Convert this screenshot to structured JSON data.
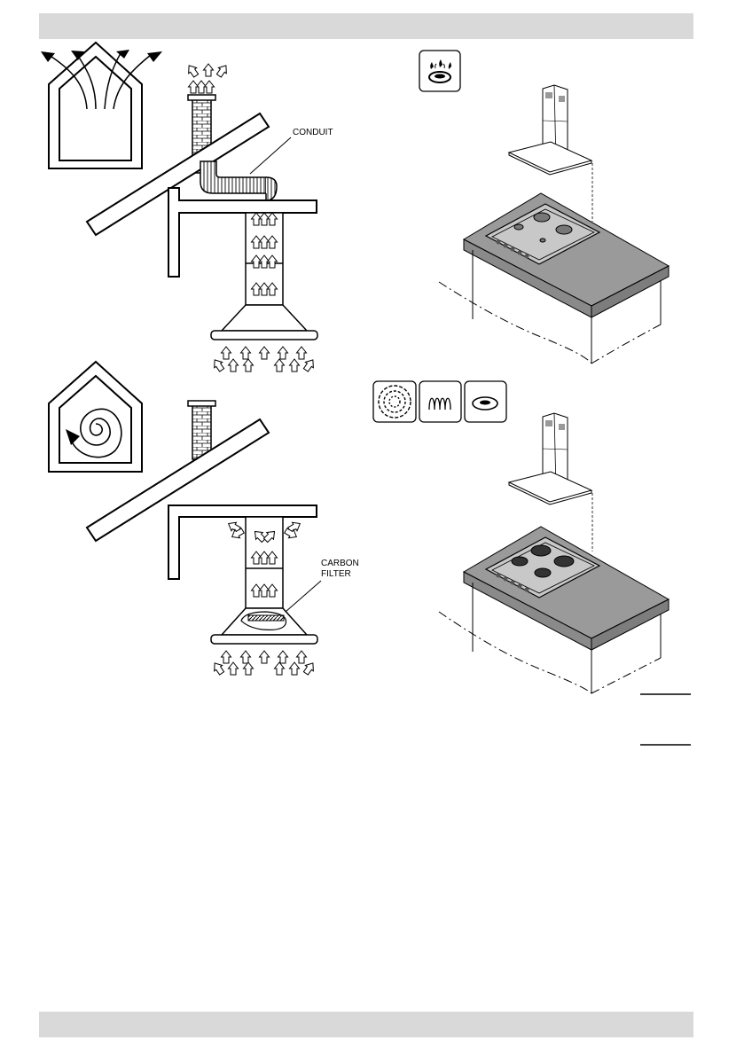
{
  "labels": {
    "conduit": "CONDUIT",
    "carbon_filter_line1": "CARBON",
    "carbon_filter_line2": "FILTER"
  },
  "icons": {
    "ducted_mode": "house-outflow-icon",
    "recirculating_mode": "house-recirculation-icon",
    "gas_hob": "gas-burner-icon",
    "electric_radiant_hob": "radiant-ring-icon",
    "induction_hob": "induction-coil-icon",
    "solid_plate_hob": "solid-plate-icon"
  },
  "colors": {
    "header_bar": "#d9d9d9",
    "line": "#000000",
    "worktop": "#9a9a9a",
    "worktop_front": "#7d7d7d",
    "hob_plate": "#c8c8c8"
  }
}
